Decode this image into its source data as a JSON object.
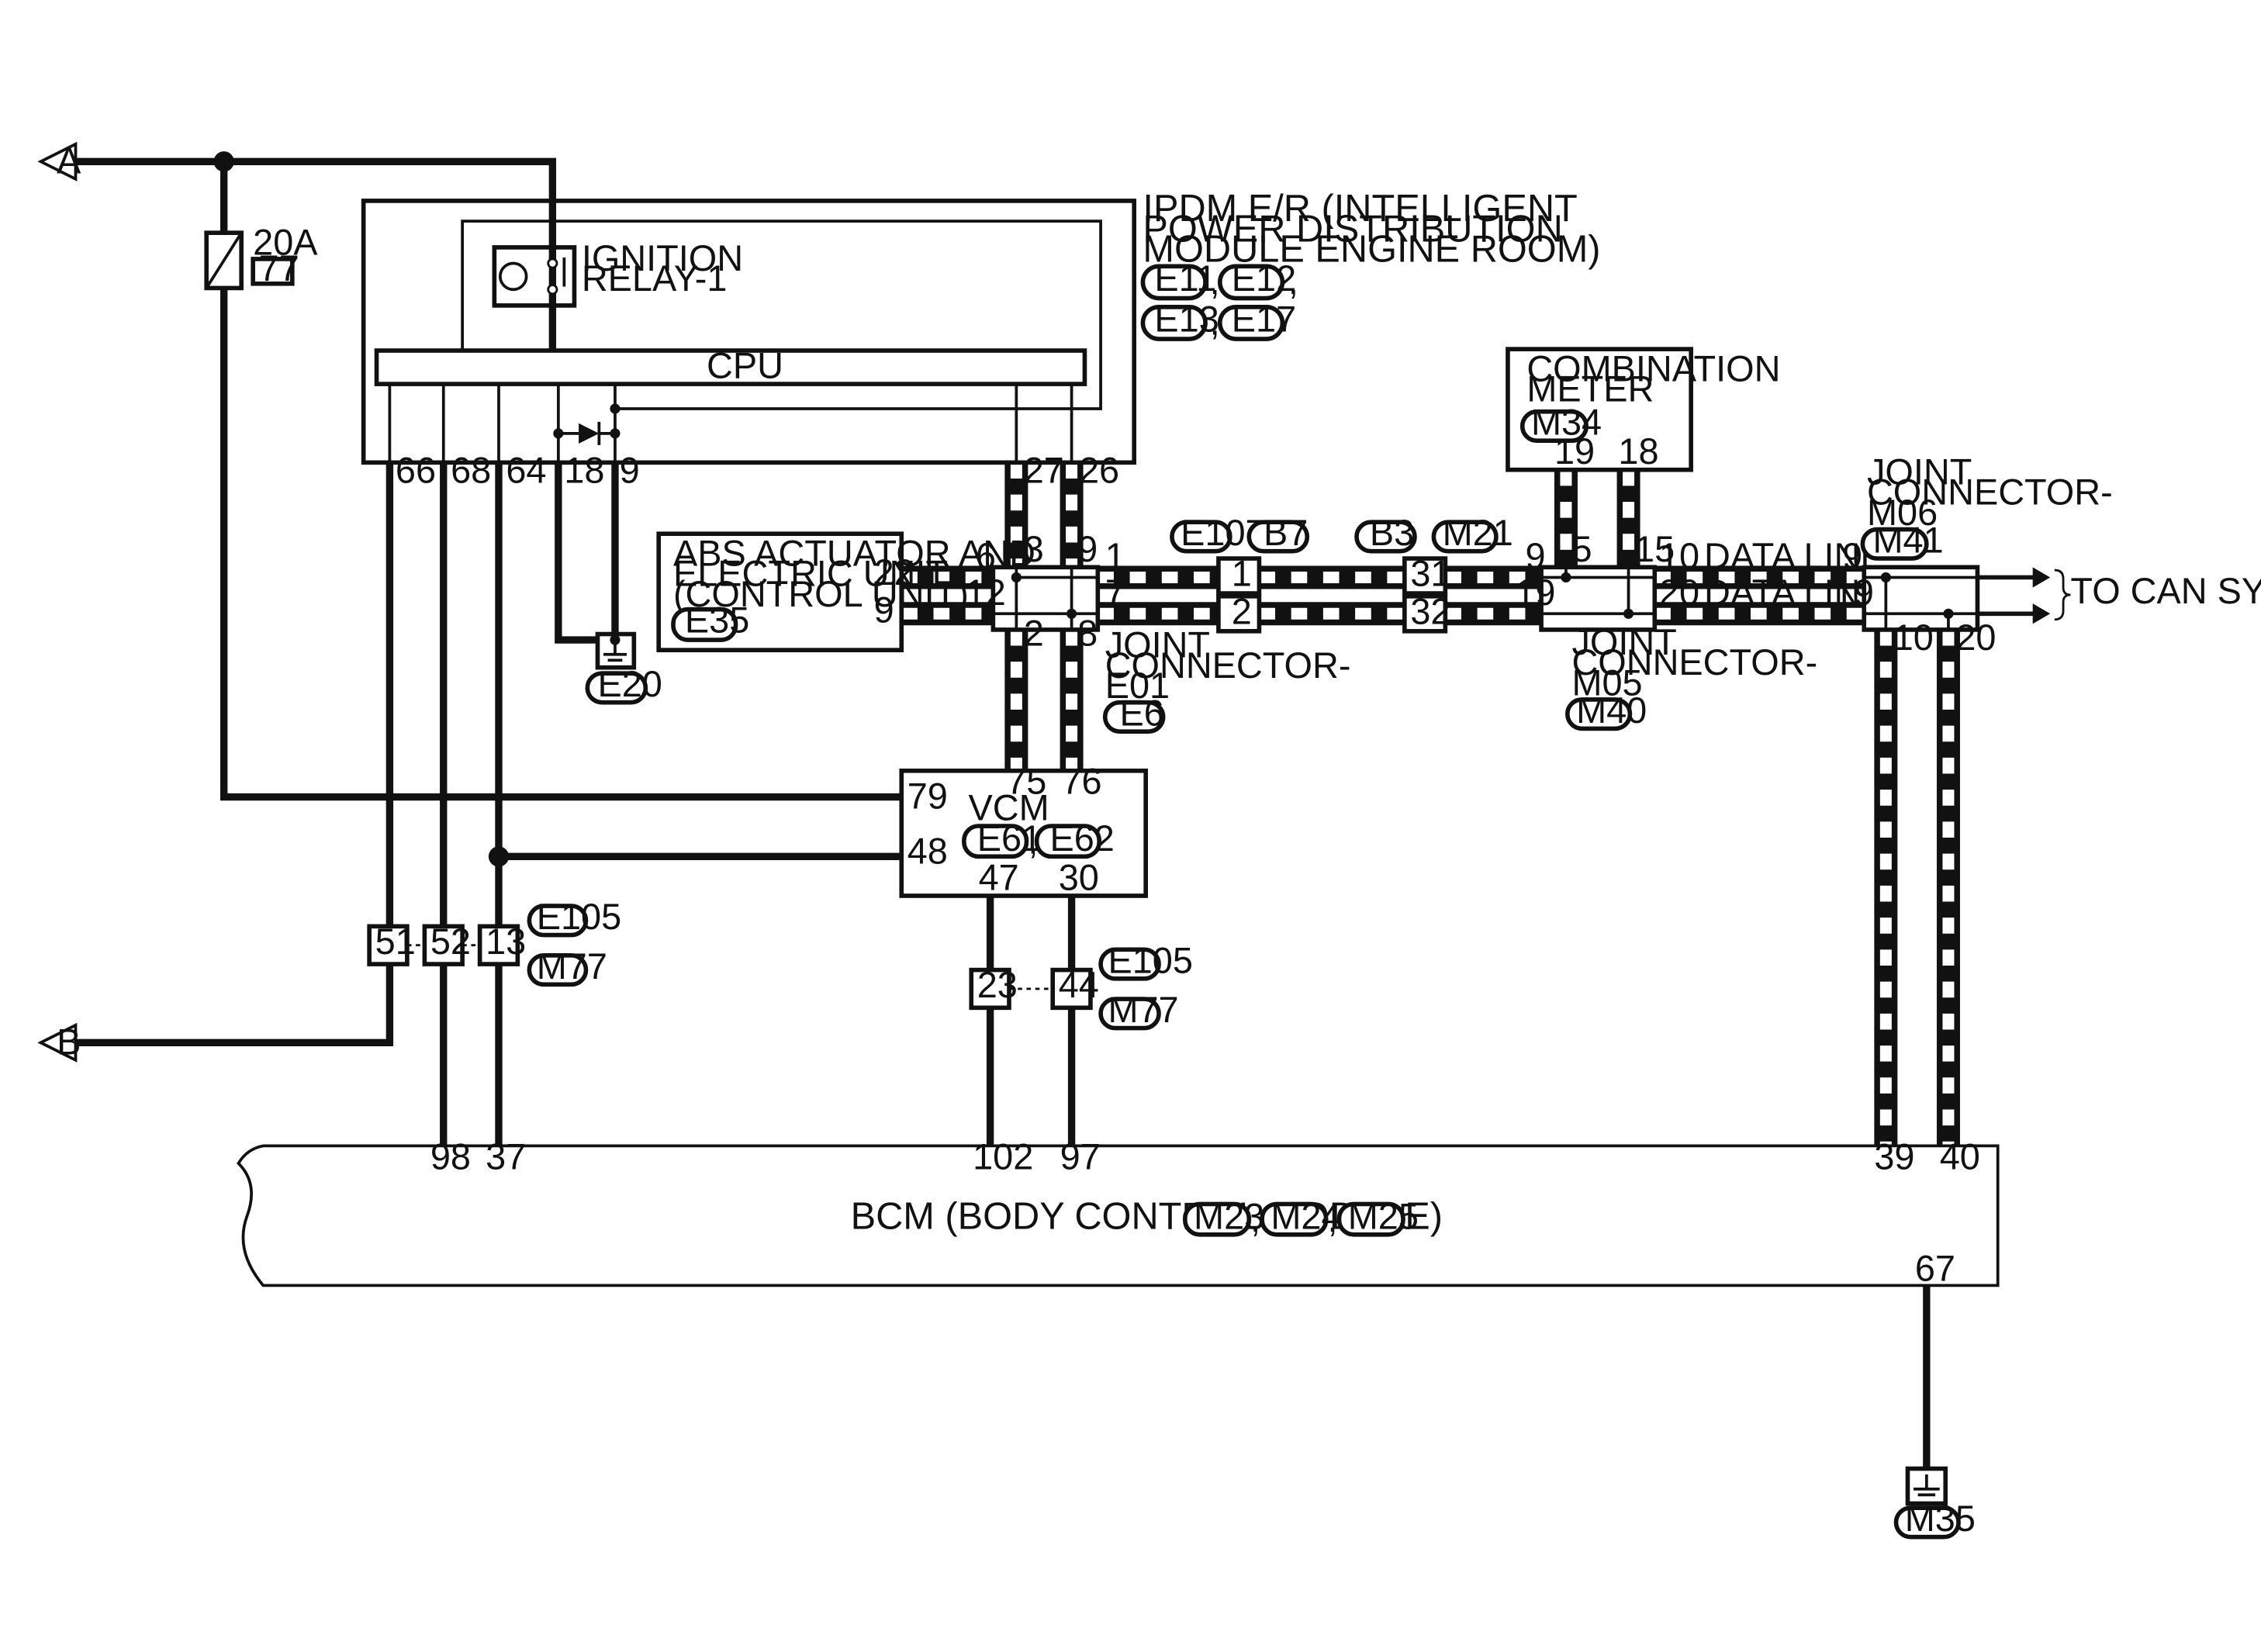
{
  "wire_colors": {
    "wire": "#111111",
    "background": "#ffffff"
  },
  "connectors": {
    "A": "A",
    "B": "B"
  },
  "fuse": {
    "rating": "20A",
    "number": "77"
  },
  "ipdm": {
    "title_lines": [
      "IPDM E/R (INTELLIGENT",
      "POWER DISTRIBUTION",
      "MODULE ENGINE ROOM)"
    ],
    "connectors": [
      "E11",
      "E12",
      "E13",
      "E17"
    ],
    "relay_label_lines": [
      "IGNITION",
      "RELAY-1"
    ],
    "cpu_label": "CPU",
    "pins": [
      "66",
      "68",
      "64",
      "18",
      "9",
      "27",
      "26"
    ]
  },
  "ground_e20": "E20",
  "abs": {
    "label_lines": [
      "ABS ACTUATOR AND",
      "ELECTRIC UNIT",
      "(CONTROL UNIT)"
    ],
    "connector": "E35",
    "pins": [
      "22",
      "9"
    ]
  },
  "joint_e01": {
    "label_lines": [
      "JOINT",
      "CONNECTOR-",
      "E01"
    ],
    "connector": "E6",
    "pins": {
      "p6": "6",
      "p12": "12",
      "p3": "3",
      "p9": "9",
      "p1": "1",
      "p7": "7",
      "p2": "2",
      "p8": "8"
    }
  },
  "inline_e107_b7": {
    "conn1": "E107",
    "conn2": "B7",
    "pins": [
      "1",
      "2"
    ]
  },
  "inline_b3_m21": {
    "conn1": "B3",
    "conn2": "M21",
    "pins": [
      "31",
      "32"
    ]
  },
  "combination_meter": {
    "label_lines": [
      "COMBINATION",
      "METER"
    ],
    "connector": "M34",
    "pins": [
      "19",
      "18"
    ]
  },
  "joint_m05": {
    "label_lines": [
      "JOINT",
      "CONNECTOR-",
      "M05"
    ],
    "connector": "M40",
    "pins": {
      "p9": "9",
      "p19": "19",
      "p5": "5",
      "p15": "15",
      "p10": "10",
      "p20": "20"
    }
  },
  "data_line_label": "DATA LINE",
  "joint_m06": {
    "label_lines": [
      "JOINT",
      "CONNECTOR-",
      "M06"
    ],
    "connector": "M41",
    "pins": {
      "p9": "9",
      "p19": "19",
      "p10": "10",
      "p20": "20"
    }
  },
  "to_can_label": "TO CAN SYSTEM",
  "vcm": {
    "label": "VCM",
    "connectors": [
      "E61",
      "E62"
    ],
    "pins": {
      "p75": "75",
      "p76": "76",
      "p79": "79",
      "p48": "48",
      "p47": "47",
      "p30": "30"
    }
  },
  "inline_e105_a": {
    "pins": [
      "51",
      "52",
      "13"
    ],
    "conn1": "E105",
    "conn2": "M77"
  },
  "inline_e105_b": {
    "pins": [
      "23",
      "44"
    ],
    "conn1": "E105",
    "conn2": "M77"
  },
  "bcm": {
    "label": "BCM (BODY CONTROL MODULE)",
    "connectors": [
      "M23",
      "M24",
      "M25"
    ],
    "pins": {
      "p98": "98",
      "p37": "37",
      "p102": "102",
      "p97": "97",
      "p39": "39",
      "p40": "40",
      "p67": "67"
    }
  },
  "ground_m35": "M35",
  "separator": ","
}
